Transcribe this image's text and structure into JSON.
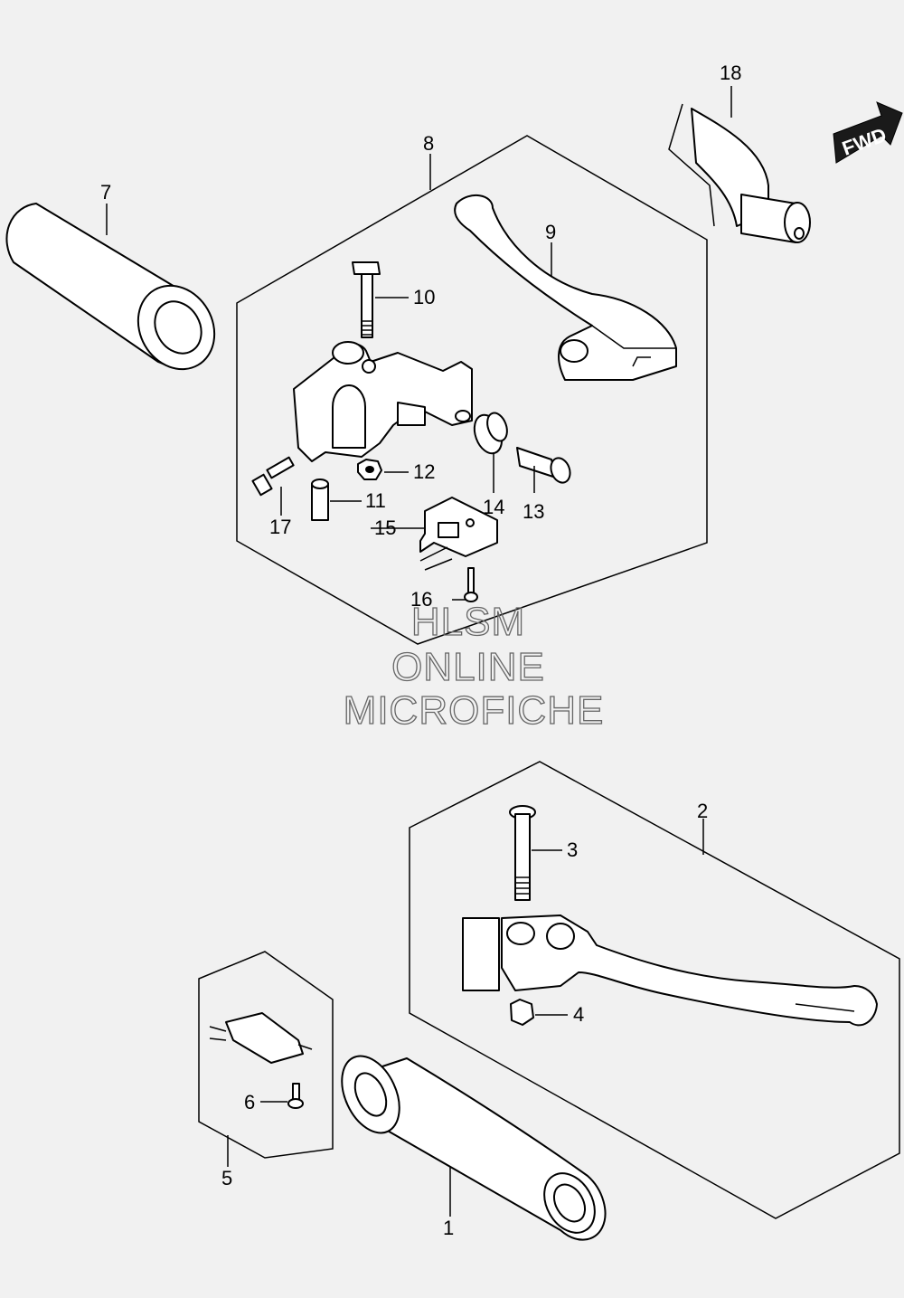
{
  "callouts": {
    "c1": "1",
    "c2": "2",
    "c3": "3",
    "c4": "4",
    "c5": "5",
    "c6": "6",
    "c7": "7",
    "c8": "8",
    "c9": "9",
    "c10": "10",
    "c11": "11",
    "c12": "12",
    "c13": "13",
    "c14": "14",
    "c15": "15",
    "c16": "16",
    "c17": "17",
    "c18": "18"
  },
  "fwd_label": "FWD",
  "watermark": {
    "line1": "HLSM",
    "line2": "ONLINE",
    "line3": "MICROFICHE"
  }
}
